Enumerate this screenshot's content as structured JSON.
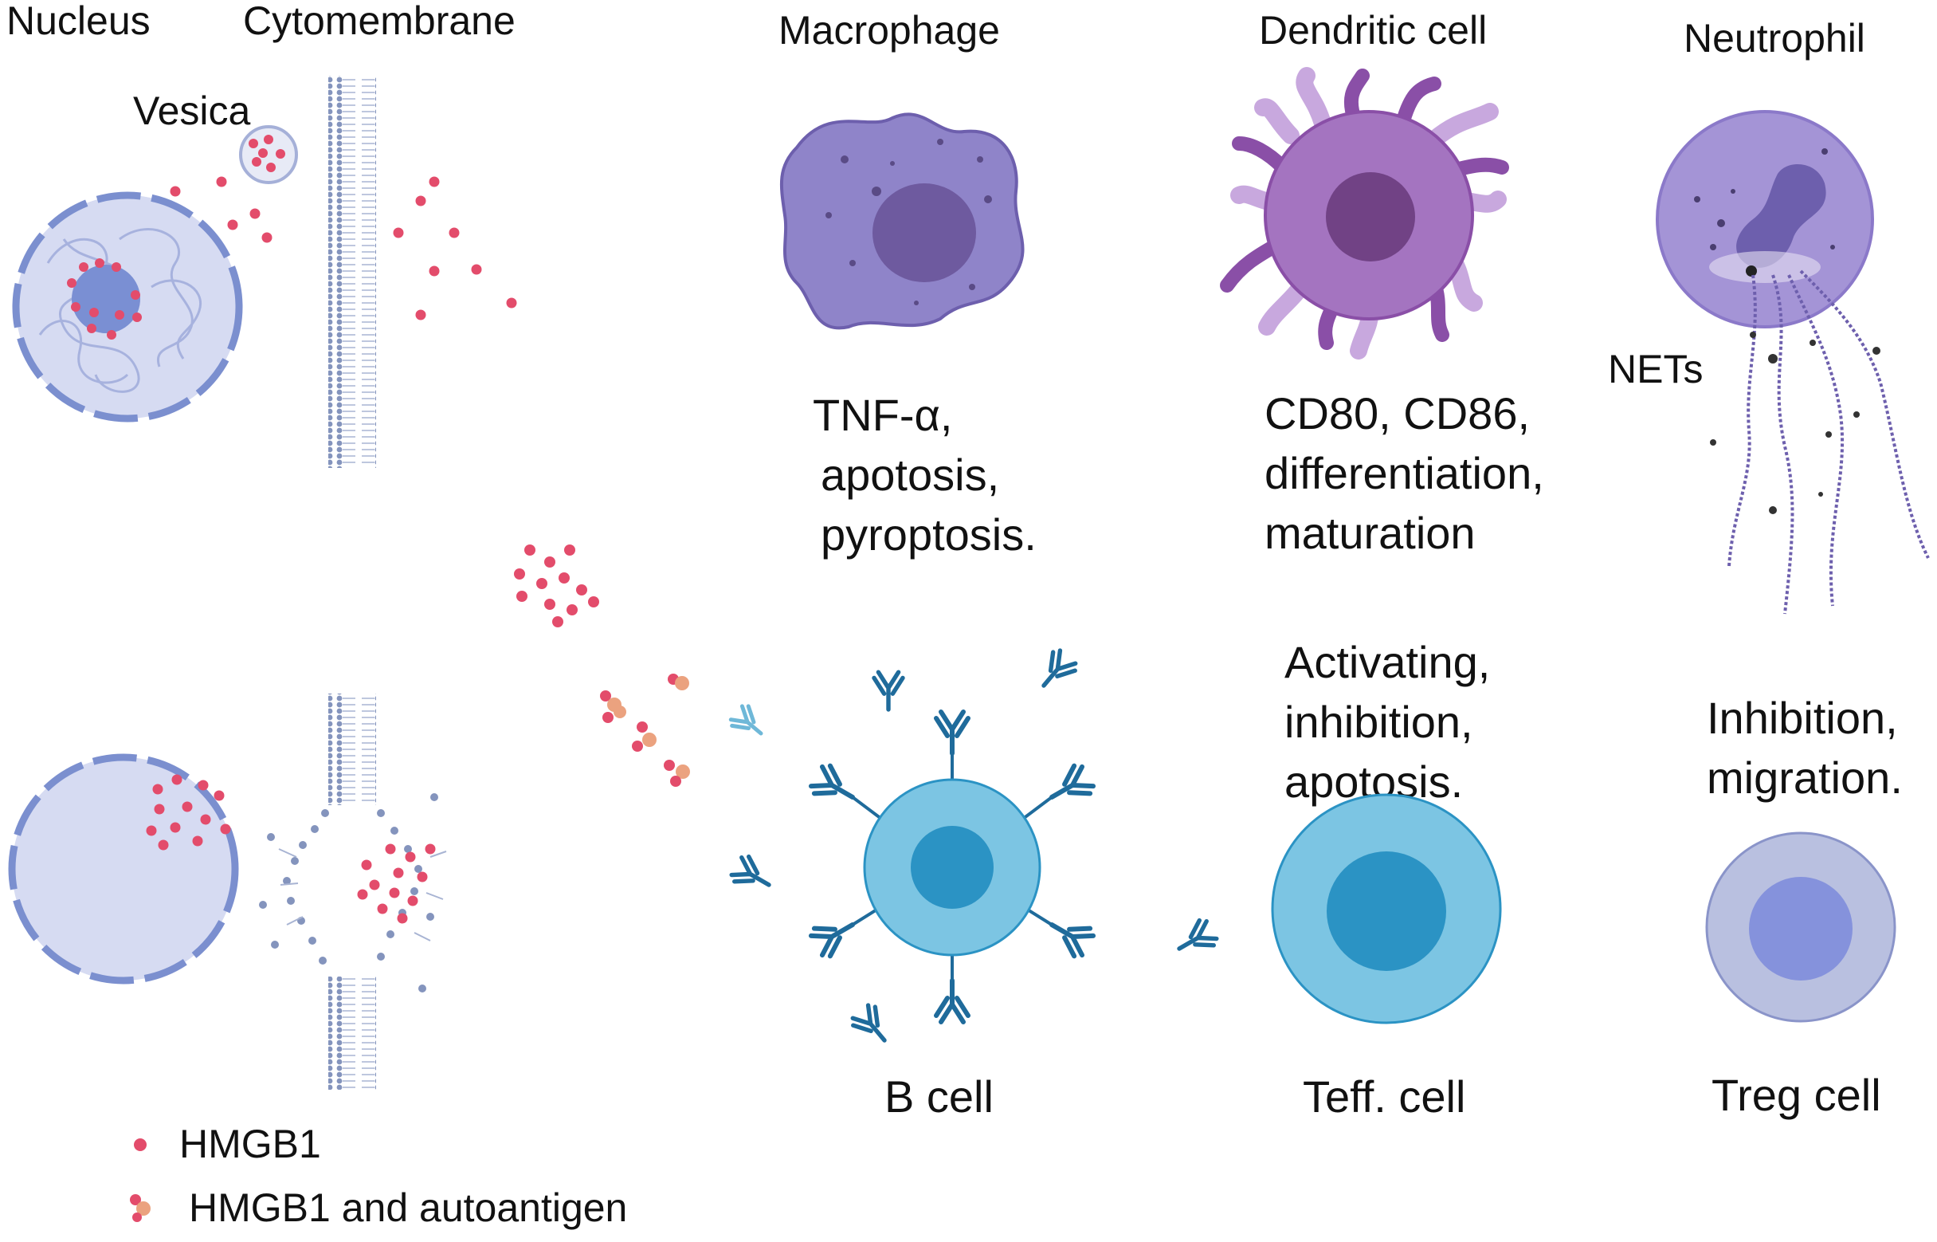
{
  "labels": {
    "nucleus": "Nucleus",
    "cytomembrane": "Cytomembrane",
    "vesica": "Vesica",
    "macrophage": "Macrophage",
    "dendritic_cell": "Dendritic cell",
    "neutrophil": "Neutrophil",
    "nets": "NETs",
    "b_cell": "B cell",
    "teff_cell": "Teff. cell",
    "treg_cell": "Treg cell"
  },
  "effects": {
    "macrophage": [
      "TNF-α,",
      "apotosis,",
      "pyroptosis."
    ],
    "dendritic": [
      "CD80, CD86,",
      "differentiation,",
      "maturation"
    ],
    "teff": [
      "Activating,",
      "inhibition,",
      "apotosis."
    ],
    "treg": [
      "Inhibition,",
      "migration."
    ]
  },
  "legend": {
    "hmgb1": "HMGB1",
    "hmgb1_autoantigen": "HMGB1 and autoantigen"
  },
  "colors": {
    "hmgb1": "#e34c6b",
    "autoantigen": "#eba27f",
    "nucleus_fill": "#d6dbf2",
    "nucleus_border": "#7b8fcf",
    "membrane": "#8c9fc4",
    "macrophage": "#8f84c9",
    "dendritic": "#a474c0",
    "neutrophil": "#a494d6",
    "b_cell": "#7cc5e3",
    "b_cell_nucleus": "#2b93c4",
    "antibody": "#1f6b9b",
    "treg": "#b9c0e0",
    "treg_nucleus": "#8592dc"
  },
  "icons": [
    "hmgb1-dot-icon",
    "hmgb1-autoantigen-icon",
    "antibody-icon"
  ]
}
